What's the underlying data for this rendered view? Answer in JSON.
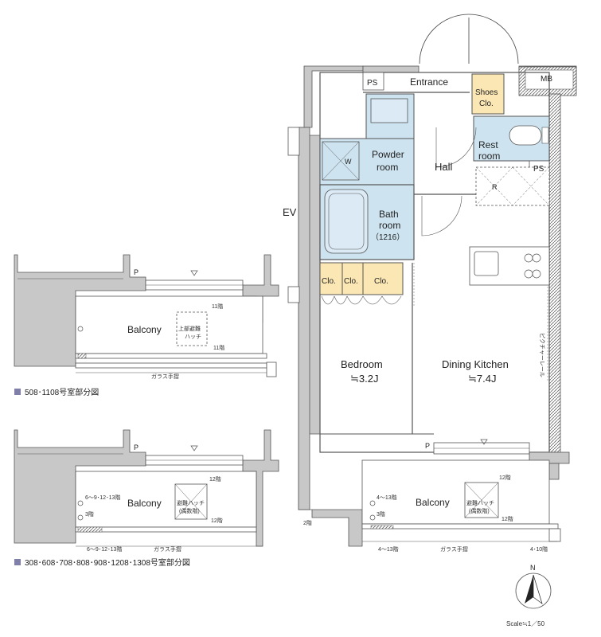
{
  "main_plan": {
    "rooms": {
      "entrance": "Entrance",
      "ps_top": "PS",
      "mb": "MB",
      "shoes_1": "Shoes",
      "shoes_2": "Clo.",
      "powder_1": "Powder",
      "powder_2": "room",
      "w": "W",
      "rest_1": "Rest",
      "rest_2": "room",
      "ps_right": "PS",
      "hall": "Hall",
      "r": "R",
      "ev": "EV",
      "bath_1": "Bath",
      "bath_2": "room",
      "bath_size": "（1216）",
      "clo_1": "Clo.",
      "clo_2": "Clo.",
      "clo_3": "Clo.",
      "bedroom": "Bedroom",
      "bedroom_size": "≒3.2J",
      "dining": "Dining Kitchen",
      "dining_size": "≒7.4J",
      "curtain_rail": "ピクチャーレール",
      "p": "P",
      "balcony": "Balcony",
      "hatch_1": "避難ハッチ",
      "hatch_2": "(偶数階)",
      "floor_12_top": "12階",
      "floor_12_bottom": "12階",
      "floor_4_13_top": "4〜13階",
      "floor_3": "3階",
      "floor_4_13_bottom": "4〜13階",
      "glass_rail": "ガラス手摺",
      "floor_2": "2階",
      "floor_4_10": "4･10階"
    },
    "scale": "Scale≒1／50",
    "north": "N"
  },
  "partial_1": {
    "p": "P",
    "balcony": "Balcony",
    "hatch_1": "上部避難",
    "hatch_2": "ハッチ",
    "floor_11_top": "11階",
    "floor_11_bottom": "11階",
    "glass_rail": "ガラス手摺",
    "caption": "508･1108号室部分図"
  },
  "partial_2": {
    "p": "P",
    "balcony": "Balcony",
    "hatch_1": "避難ハッチ",
    "hatch_2": "(偶数階)",
    "floor_12_top": "12階",
    "floor_12_bottom": "12階",
    "floor_top": "6〜9･12･13階",
    "floor_3": "3階",
    "floor_bottom": "6〜9･12･13階",
    "glass_rail": "ガラス手摺",
    "caption": "308･608･708･808･908･1208･1308号室部分図"
  },
  "colors": {
    "wall": "#c8c8c8",
    "wall_stroke": "#555555",
    "wet_area": "#cde3f0",
    "closet": "#fbe7b4"
  }
}
